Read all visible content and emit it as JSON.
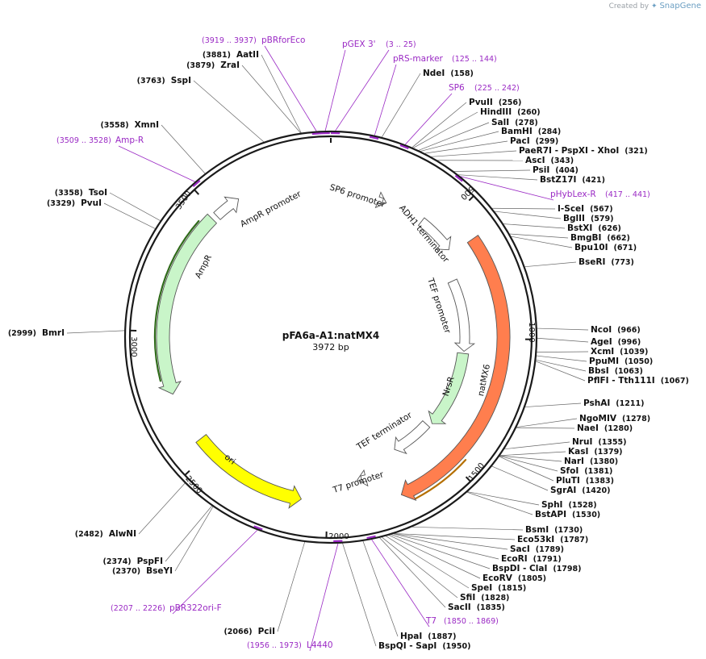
{
  "brand": {
    "prefix": "Created by",
    "name": "SnapGene"
  },
  "plasmid": {
    "name": "pFA6a-A1:natMX4",
    "size_label": "3972 bp",
    "length": 3972
  },
  "colors": {
    "backbone": "#1a1a1a",
    "primer": "#9a29c4",
    "enzyme_line": "#666666",
    "AmpR": "#c9f5c9",
    "AmpR_promoter": "#ffffff",
    "ori": "#ffff00",
    "NrsR": "#c9f5c9",
    "natMX6": "#ff7e4e",
    "promoter": "#ffffff",
    "terminator": "#ffffff",
    "highlight_green": "#2f6b1a",
    "highlight_orange": "#b56f00"
  },
  "ticks": [
    "500",
    "1000",
    "1500",
    "2000",
    "2500",
    "3000",
    "3500"
  ],
  "features": [
    {
      "name": "AmpR promoter",
      "start": 3495,
      "end": 3600,
      "dir": 1,
      "type": "promoter"
    },
    {
      "name": "AmpR",
      "start": 2760,
      "end": 3475,
      "dir": -1,
      "type": "cds"
    },
    {
      "name": "ori",
      "start": 2100,
      "end": 2560,
      "dir": -1,
      "type": "rep"
    },
    {
      "name": "SP6 promoter",
      "start": 230,
      "end": 248,
      "dir": 1,
      "type": "promoter"
    },
    {
      "name": "ADH1 terminator",
      "start": 420,
      "end": 590,
      "dir": 1,
      "type": "terminator"
    },
    {
      "name": "TEF promoter",
      "start": 720,
      "end": 1060,
      "dir": 1,
      "type": "promoter"
    },
    {
      "name": "NrsR",
      "start": 1070,
      "end": 1440,
      "dir": 1,
      "type": "cds"
    },
    {
      "name": "TEF terminator",
      "start": 1460,
      "end": 1660,
      "dir": 1,
      "type": "terminator"
    },
    {
      "name": "natMX6",
      "start": 610,
      "end": 1720,
      "dir": 1,
      "type": "cds"
    },
    {
      "name": "T7 promoter",
      "start": 1852,
      "end": 1870,
      "dir": 1,
      "type": "promoter"
    }
  ],
  "enzymes": [
    {
      "name": "NdeI",
      "pos": "(158)",
      "site": 158
    },
    {
      "name": "PvuII",
      "pos": "(256)",
      "site": 256
    },
    {
      "name": "HindIII",
      "pos": "(260)",
      "site": 260
    },
    {
      "name": "SalI",
      "pos": "(278)",
      "site": 278
    },
    {
      "name": "BamHI",
      "pos": "(284)",
      "site": 284
    },
    {
      "name": "PacI",
      "pos": "(299)",
      "site": 299
    },
    {
      "name": "PaeR7I - PspXI - XhoI",
      "pos": "(321)",
      "site": 321
    },
    {
      "name": "AscI",
      "pos": "(343)",
      "site": 343
    },
    {
      "name": "PsiI",
      "pos": "(404)",
      "site": 404
    },
    {
      "name": "BstZ17I",
      "pos": "(421)",
      "site": 421
    },
    {
      "name": "I-SceI",
      "pos": "(567)",
      "site": 567
    },
    {
      "name": "BglII",
      "pos": "(579)",
      "site": 579
    },
    {
      "name": "BstXI",
      "pos": "(626)",
      "site": 626
    },
    {
      "name": "BmgBI",
      "pos": "(662)",
      "site": 662
    },
    {
      "name": "Bpu10I",
      "pos": "(671)",
      "site": 671
    },
    {
      "name": "BseRI",
      "pos": "(773)",
      "site": 773
    },
    {
      "name": "NcoI",
      "pos": "(966)",
      "site": 966
    },
    {
      "name": "AgeI",
      "pos": "(996)",
      "site": 996
    },
    {
      "name": "XcmI",
      "pos": "(1039)",
      "site": 1039
    },
    {
      "name": "PpuMI",
      "pos": "(1050)",
      "site": 1050
    },
    {
      "name": "BbsI",
      "pos": "(1063)",
      "site": 1063
    },
    {
      "name": "PflFI - Tth111I",
      "pos": "(1067)",
      "site": 1067
    },
    {
      "name": "PshAI",
      "pos": "(1211)",
      "site": 1211
    },
    {
      "name": "NgoMIV",
      "pos": "(1278)",
      "site": 1278
    },
    {
      "name": "NaeI",
      "pos": "(1280)",
      "site": 1280
    },
    {
      "name": "NruI",
      "pos": "(1355)",
      "site": 1355
    },
    {
      "name": "KasI",
      "pos": "(1379)",
      "site": 1379
    },
    {
      "name": "NarI",
      "pos": "(1380)",
      "site": 1380
    },
    {
      "name": "SfoI",
      "pos": "(1381)",
      "site": 1381
    },
    {
      "name": "PluTI",
      "pos": "(1383)",
      "site": 1383
    },
    {
      "name": "SgrAI",
      "pos": "(1420)",
      "site": 1420
    },
    {
      "name": "SphI",
      "pos": "(1528)",
      "site": 1528
    },
    {
      "name": "BstAPI",
      "pos": "(1530)",
      "site": 1530
    },
    {
      "name": "BsmI",
      "pos": "(1730)",
      "site": 1730
    },
    {
      "name": "Eco53kI",
      "pos": "(1787)",
      "site": 1787
    },
    {
      "name": "SacI",
      "pos": "(1789)",
      "site": 1789
    },
    {
      "name": "EcoRI",
      "pos": "(1791)",
      "site": 1791
    },
    {
      "name": "BspDI - ClaI",
      "pos": "(1798)",
      "site": 1798
    },
    {
      "name": "EcoRV",
      "pos": "(1805)",
      "site": 1805
    },
    {
      "name": "SpeI",
      "pos": "(1815)",
      "site": 1815
    },
    {
      "name": "SfiI",
      "pos": "(1828)",
      "site": 1828
    },
    {
      "name": "SacII",
      "pos": "(1835)",
      "site": 1835
    },
    {
      "name": "HpaI",
      "pos": "(1887)",
      "site": 1887
    },
    {
      "name": "BspQI - SapI",
      "pos": "(1950)",
      "site": 1950
    },
    {
      "name": "PciI",
      "pos": "(2066)",
      "site": 2066
    },
    {
      "name": "BseYI",
      "pos": "(2370)",
      "site": 2370
    },
    {
      "name": "PspFI",
      "pos": "(2374)",
      "site": 2374
    },
    {
      "name": "AlwNI",
      "pos": "(2482)",
      "site": 2482
    },
    {
      "name": "BmrI",
      "pos": "(2999)",
      "site": 2999
    },
    {
      "name": "PvuI",
      "pos": "(3329)",
      "site": 3329
    },
    {
      "name": "TsoI",
      "pos": "(3358)",
      "site": 3358
    },
    {
      "name": "XmnI",
      "pos": "(3558)",
      "site": 3558
    },
    {
      "name": "SspI",
      "pos": "(3763)",
      "site": 3763
    },
    {
      "name": "ZraI",
      "pos": "(3879)",
      "site": 3879
    },
    {
      "name": "AatII",
      "pos": "(3881)",
      "site": 3881
    }
  ],
  "primers": [
    {
      "name": "pBRforEco",
      "range": "(3919 .. 3937)",
      "site": 3928
    },
    {
      "name": "pGEX 3'",
      "range": "",
      "site": 3955
    },
    {
      "name": "",
      "range": "(3 .. 25)",
      "site": 14
    },
    {
      "name": "pRS-marker",
      "range": "(125 .. 144)",
      "site": 135
    },
    {
      "name": "SP6",
      "range": "(225 .. 242)",
      "site": 233
    },
    {
      "name": "pHybLex-R",
      "range": "(417 .. 441)",
      "site": 429
    },
    {
      "name": "T7",
      "range": "(1850 .. 1869)",
      "site": 1860
    },
    {
      "name": "L4440",
      "range": "(1956 .. 1973)",
      "site": 1964
    },
    {
      "name": "pBR322ori-F",
      "range": "(2207 .. 2226)",
      "site": 2216
    },
    {
      "name": "Amp-R",
      "range": "(3509 .. 3528)",
      "site": 3518
    }
  ]
}
